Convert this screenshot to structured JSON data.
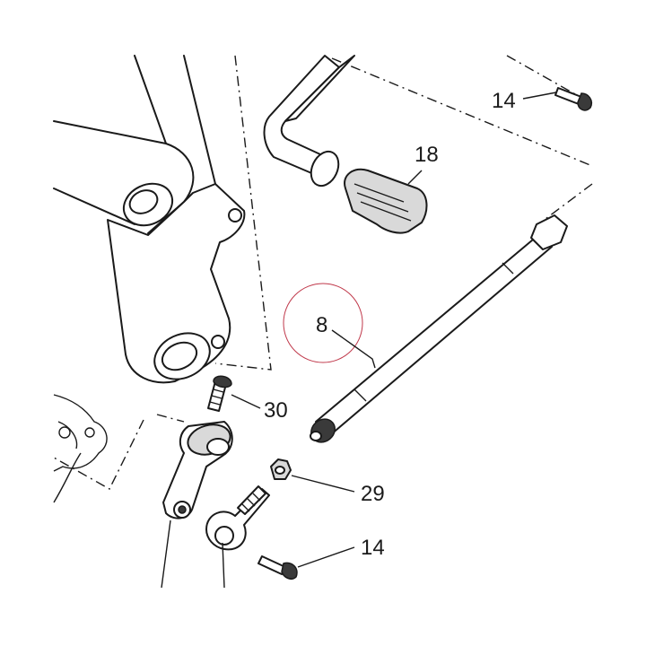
{
  "diagram": {
    "callouts": [
      {
        "id": "14-top",
        "label": "14"
      },
      {
        "id": "18",
        "label": "18"
      },
      {
        "id": "8",
        "label": "8"
      },
      {
        "id": "30",
        "label": "30"
      },
      {
        "id": "29",
        "label": "29"
      },
      {
        "id": "14-bottom",
        "label": "14"
      }
    ],
    "highlight_color": "#c0394b",
    "line_color": "#1a1a1a"
  }
}
